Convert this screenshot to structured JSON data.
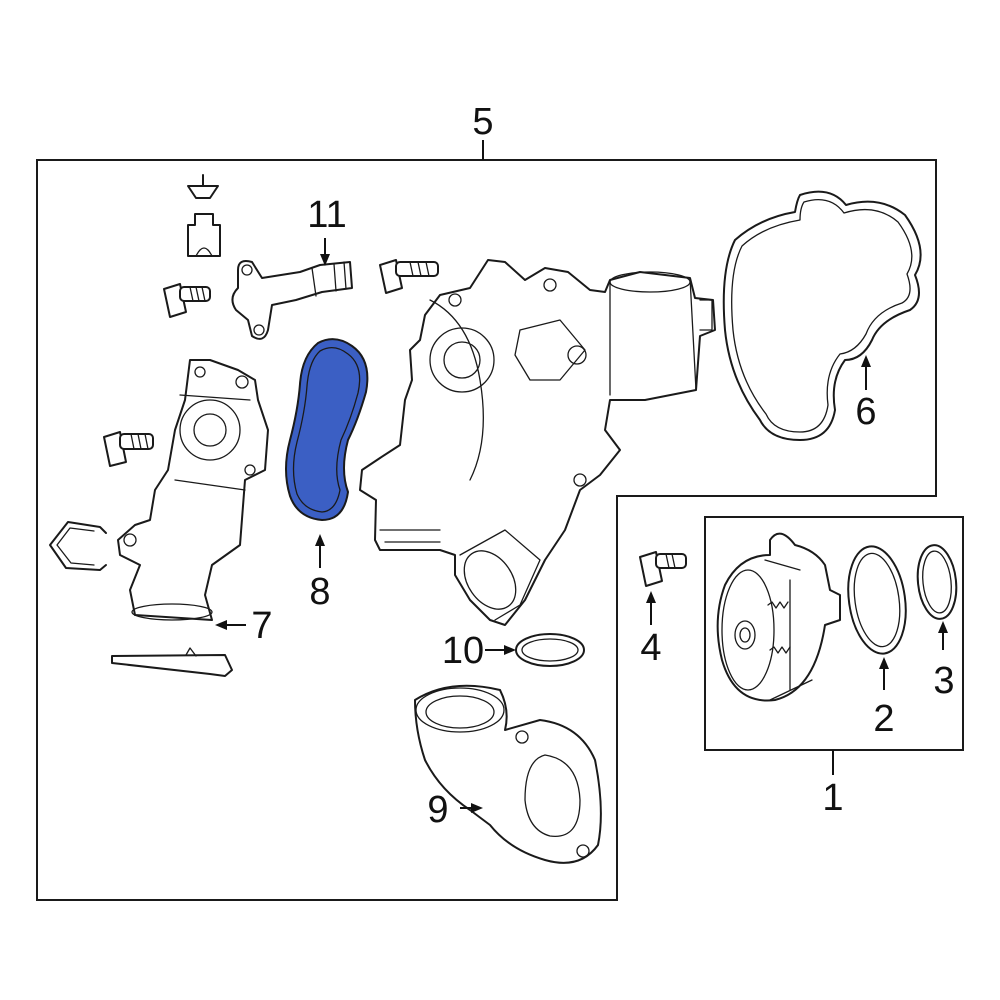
{
  "diagram": {
    "highlight_color": "#3b5fc4",
    "line_color": "#1a1a1a",
    "highlighted_part": "8",
    "callouts": [
      {
        "id": "c1",
        "label": "1"
      },
      {
        "id": "c2",
        "label": "2"
      },
      {
        "id": "c3",
        "label": "3"
      },
      {
        "id": "c4",
        "label": "4"
      },
      {
        "id": "c5",
        "label": "5"
      },
      {
        "id": "c6",
        "label": "6"
      },
      {
        "id": "c7",
        "label": "7"
      },
      {
        "id": "c8",
        "label": "8"
      },
      {
        "id": "c9",
        "label": "9"
      },
      {
        "id": "c10",
        "label": "10"
      },
      {
        "id": "c11",
        "label": "11"
      }
    ]
  }
}
